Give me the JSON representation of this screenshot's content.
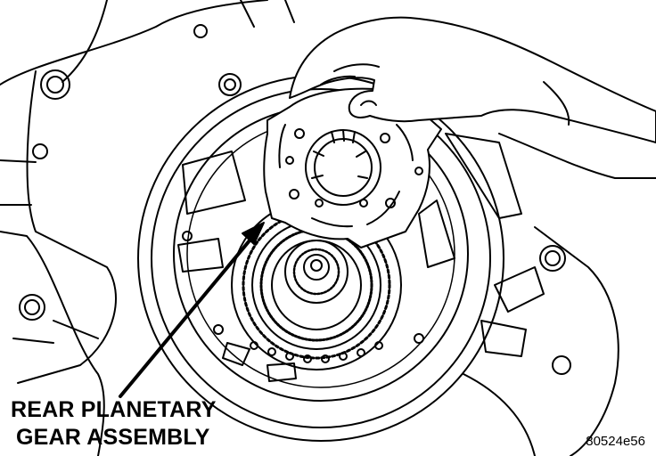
{
  "callout": {
    "line1": "REAR PLANETARY",
    "line2": "GEAR ASSEMBLY"
  },
  "figure_code": "80524e56",
  "colors": {
    "ink": "#000000",
    "paper": "#ffffff"
  }
}
